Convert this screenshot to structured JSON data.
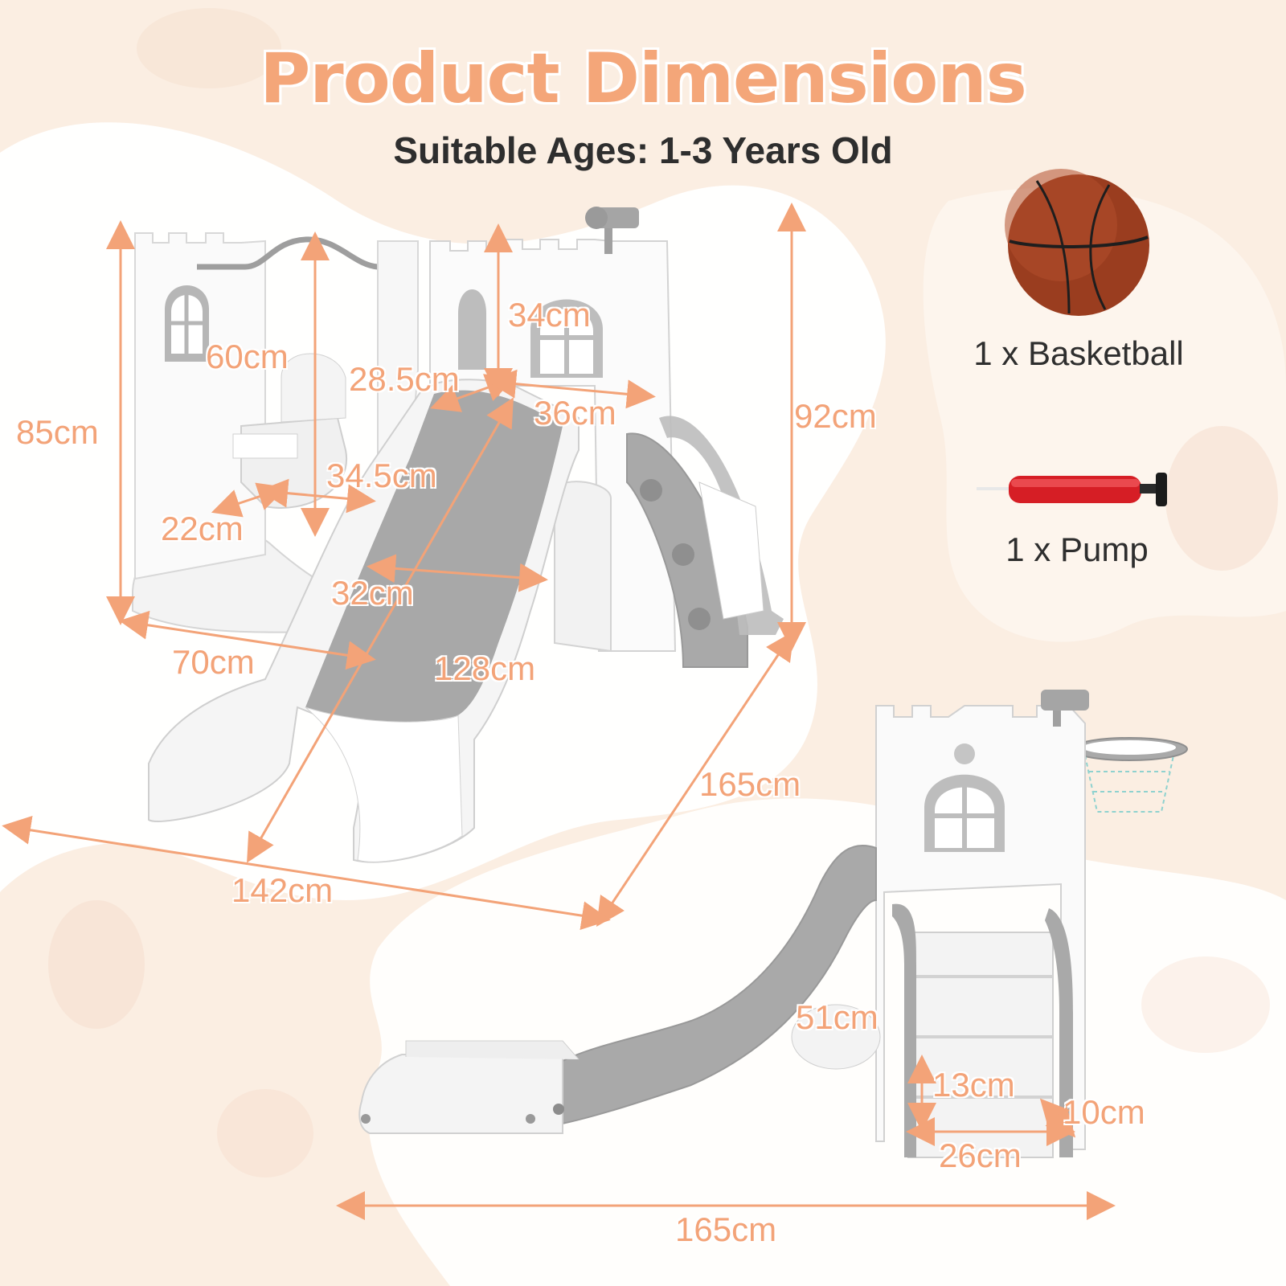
{
  "header": {
    "title": "Product Dimensions",
    "subtitle": "Suitable Ages: 1-3 Years Old"
  },
  "accessories": [
    {
      "label": "1 x Basketball",
      "icon": "basketball-icon"
    },
    {
      "label": "1 x Pump",
      "icon": "pump-icon"
    }
  ],
  "dimensions": {
    "top_view": {
      "swing_frame_height": "85cm",
      "swing_height": "60cm",
      "tower_window_height": "34cm",
      "platform_depth": "28.5cm",
      "platform_width": "36cm",
      "total_height": "92cm",
      "swing_seat_width": "34.5cm",
      "swing_seat_depth": "22cm",
      "slide_width": "32cm",
      "swing_frame_width": "70cm",
      "slide_length": "128cm",
      "total_depth": "165cm",
      "total_width": "142cm"
    },
    "side_view": {
      "ladder_height": "51cm",
      "step_height": "13cm",
      "step_depth": "10cm",
      "step_width": "26cm",
      "total_length": "165cm"
    }
  },
  "colors": {
    "accent_orange": "#f3a378",
    "text_dark": "#2e2e2e",
    "product_gray": "#a9a9a9",
    "product_white": "#f7f7f7",
    "background": "#fbeee2"
  }
}
